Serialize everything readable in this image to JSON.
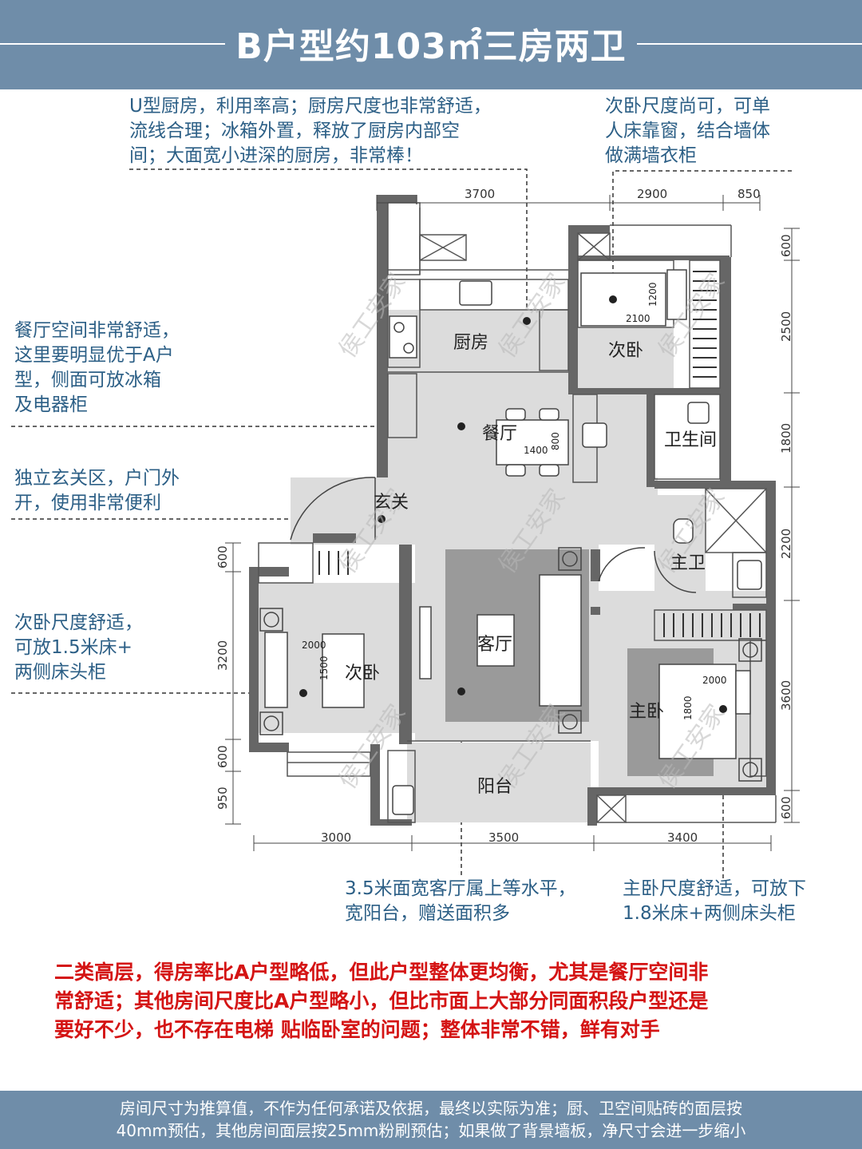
{
  "title": "B户型约103㎡三房两卫",
  "notes": {
    "kitchen": "U型厨房，利用率高；厨房尺度也非常舒适，\n流线合理；冰箱外置，释放了厨房内部空\n间；大面宽小进深的厨房，非常棒！",
    "second_bedroom_top": "次卧尺度尚可，可单\n人床靠窗，结合墙体\n做满墙衣柜",
    "dining": "餐厅空间非常舒适，\n这里要明显优于A户\n型，侧面可放冰箱\n及电器柜",
    "entrance": "独立玄关区，户门外\n开，使用非常便利",
    "second_bedroom_left": "次卧尺度舒适，\n可放1.5米床+\n两侧床头柜",
    "living": "3.5米面宽客厅属上等水平，\n宽阳台，赠送面积多",
    "master": "主卧尺度舒适，可放下\n1.8米床+两侧床头柜"
  },
  "rooms": {
    "kitchen": "厨房",
    "bedroom2_top": "次卧",
    "dining": "餐厅",
    "bath": "卫生间",
    "entrance": "玄关",
    "master_bath": "主卫",
    "bedroom2_left": "次卧",
    "living": "客厅",
    "master": "主卧",
    "balcony": "阳台"
  },
  "dimensions": {
    "top": [
      "3700",
      "2900",
      "850"
    ],
    "bottom": [
      "3000",
      "3500",
      "3400"
    ],
    "left": [
      "600",
      "3200",
      "600",
      "950"
    ],
    "right": [
      "600",
      "2500",
      "1800",
      "2200",
      "3600",
      "600"
    ],
    "furniture": [
      "2100",
      "1200",
      "1400",
      "800",
      "2000",
      "1500",
      "2000",
      "1800"
    ]
  },
  "watermark": "侯工安家",
  "summary": "二类高层，得房率比A户型略低，但此户型整体更均衡，尤其是餐厅空间非\n常舒适；其他房间尺度比A户型略小，但比市面上大部分同面积段户型还是\n要好不少，也不存在电梯 贴临卧室的问题；整体非常不错，鲜有对手",
  "footer": "房间尺寸为推算值，不作为任何承诺及依据，最终以实际为准；厨、卫空间贴砖的面层按\n40mm预估，其他房间面层按25mm粉刷预估；如果做了背景墙板，净尺寸会进一步缩小",
  "colors": {
    "banner": "#6f8da9",
    "note_text": "#2c5f86",
    "summary_text": "#d41414",
    "wall": "#666666",
    "floor": "#dcdcdc",
    "rug": "#9a9a9a"
  }
}
